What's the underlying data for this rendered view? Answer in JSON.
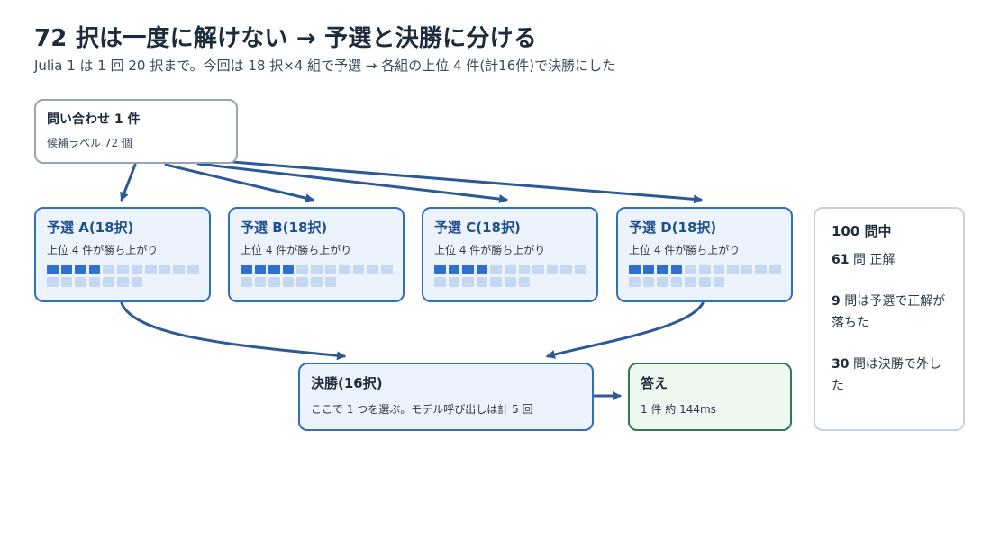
{
  "header": {
    "title": "72 択は一度に解けない → 予選と決勝に分ける",
    "subtitle": "Julia 1 は 1 回 20 択まで。今回は 18 択×4 組で予選 → 各組の上位 4 件(計16件)で決勝にした"
  },
  "query": {
    "title": "問い合わせ 1 件",
    "subtitle": "候補ラベル 72 個"
  },
  "groups": [
    {
      "title": "予選 A(18択)",
      "subtitle": "上位 4 件が勝ち上がり",
      "candidates": 18,
      "winners": 4
    },
    {
      "title": "予選 B(18択)",
      "subtitle": "上位 4 件が勝ち上がり",
      "candidates": 18,
      "winners": 4
    },
    {
      "title": "予選 C(18択)",
      "subtitle": "上位 4 件が勝ち上がり",
      "candidates": 18,
      "winners": 4
    },
    {
      "title": "予選 D(18択)",
      "subtitle": "上位 4 件が勝ち上がり",
      "candidates": 18,
      "winners": 4
    }
  ],
  "final": {
    "title": "決勝(16択)",
    "subtitle": "ここで 1 つを選ぶ。モデル呼び出しは計 5 回"
  },
  "answer": {
    "title": "答え",
    "subtitle": "1 件 約 144ms"
  },
  "stats": {
    "title": "100 問中",
    "correct_count": "61",
    "correct_text": "問 正解",
    "prelim_miss_count": "9",
    "prelim_miss_text": "問は予選で正解が落ちた",
    "final_miss_count": "30",
    "final_miss_text": "問は決勝で外した"
  },
  "colors": {
    "arrow": "#2c5a94",
    "group_border": "#2f6fbf",
    "winner_dot": "#2f6fd0",
    "candidate_dot": "#c5d8f2",
    "answer_border": "#2f7a55"
  }
}
